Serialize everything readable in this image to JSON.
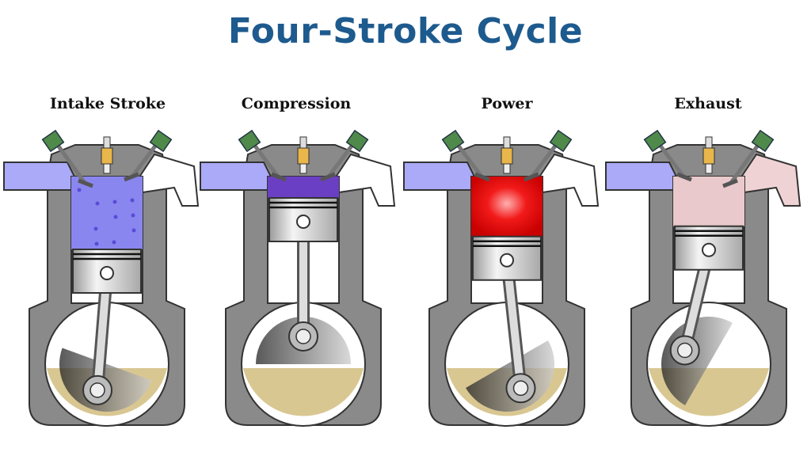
{
  "title": "Four-Stroke Cycle",
  "strokes": [
    {
      "label": "Intake Stroke",
      "chamber_color": "#8a86f0",
      "piston_position": 1.0,
      "crank_angle_deg": 200,
      "intake_open": true,
      "exhaust_open": false
    },
    {
      "label": "Compression",
      "chamber_color": "#6b3fc4",
      "piston_position": 0.0,
      "crank_angle_deg": 0,
      "intake_open": false,
      "exhaust_open": false
    },
    {
      "label": "Power",
      "chamber_color": "#f21a1a",
      "piston_position": 0.75,
      "crank_angle_deg": 150,
      "intake_open": false,
      "exhaust_open": false
    },
    {
      "label": "Exhaust",
      "chamber_color": "#e9c9cb",
      "piston_position": 0.55,
      "crank_angle_deg": 300,
      "intake_open": false,
      "exhaust_open": true
    }
  ],
  "colors": {
    "housing": "#8a8a8a",
    "oil": "#d9c792",
    "valve_spring": "#4f8a4a",
    "intake_air": "#aaaaf8"
  }
}
